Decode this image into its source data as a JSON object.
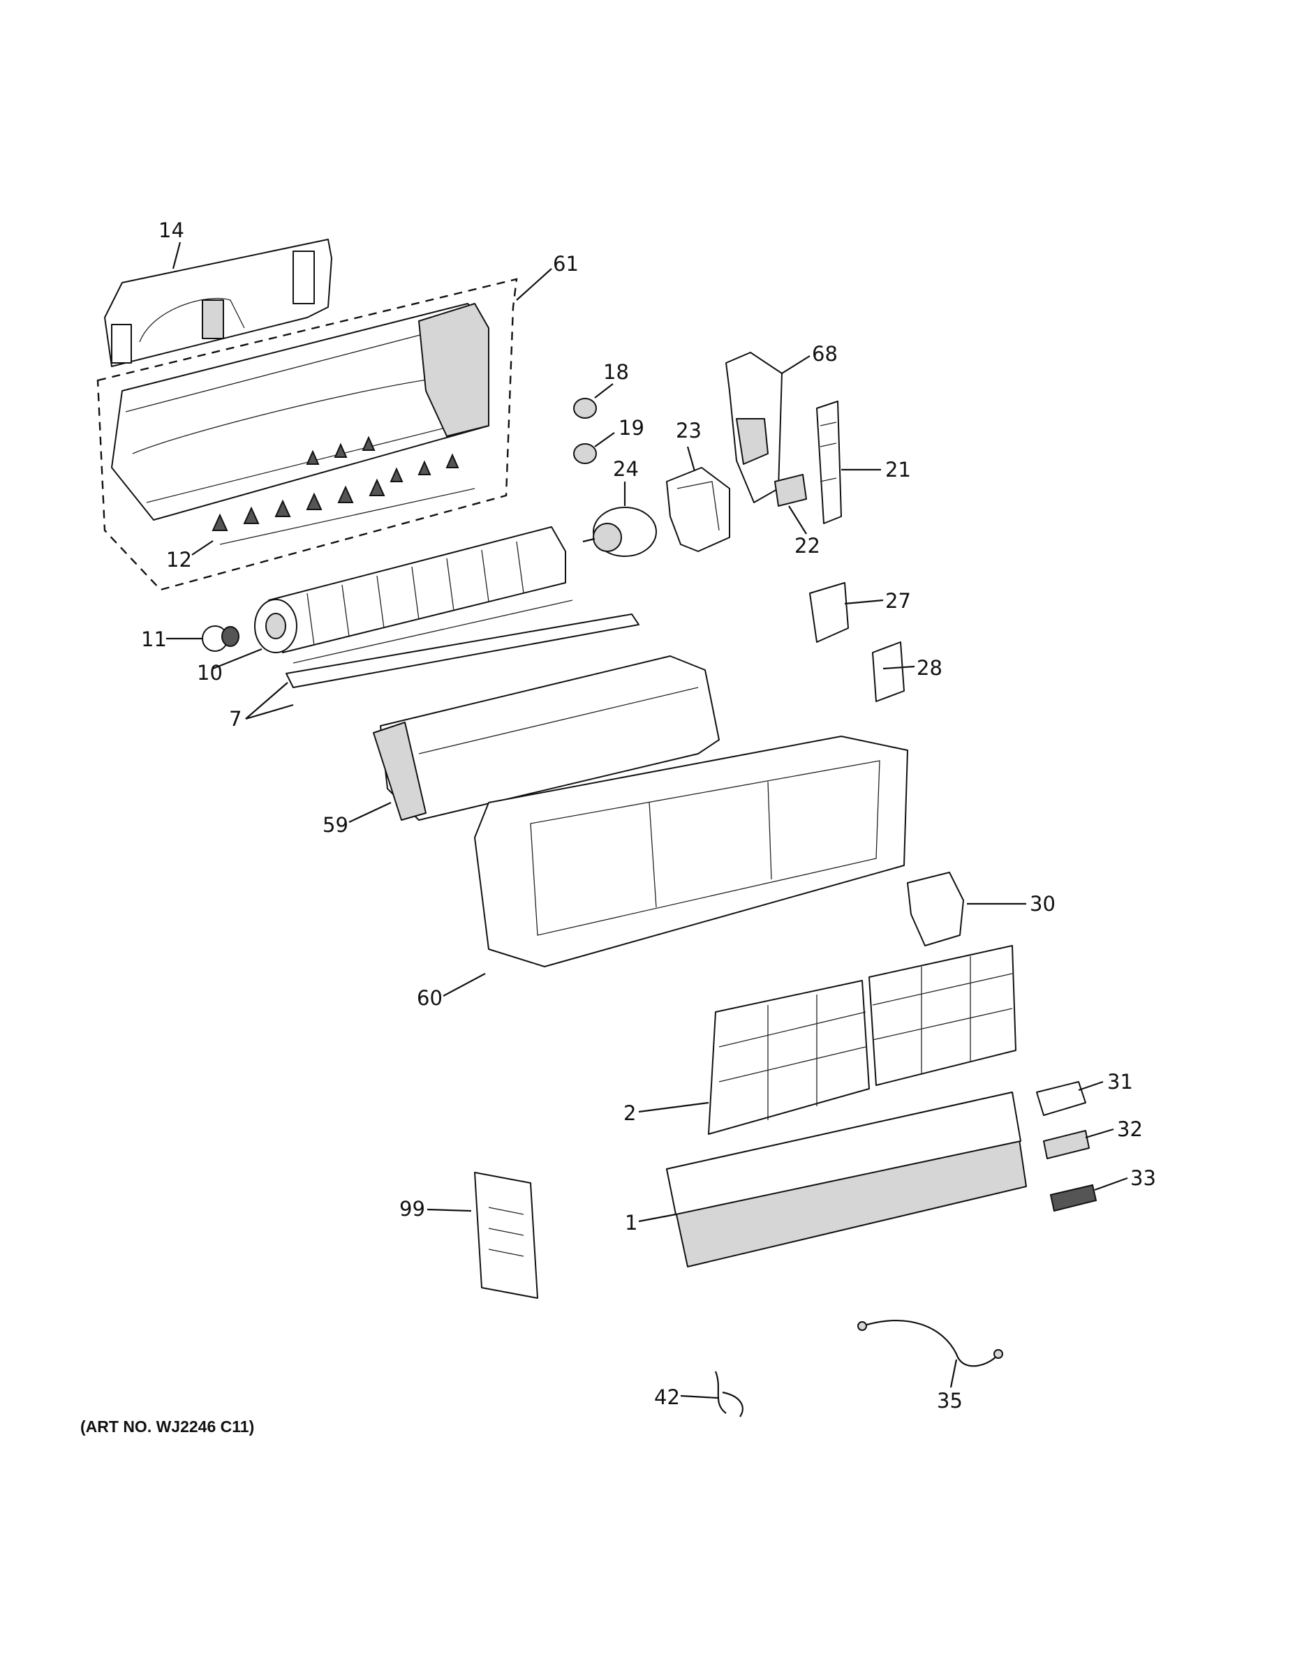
{
  "art_number": "(ART NO. WJ2246 C11)",
  "callouts": {
    "p14": "14",
    "p61": "61",
    "p18": "18",
    "p68": "68",
    "p19": "19",
    "p23": "23",
    "p21": "21",
    "p24": "24",
    "p22": "22",
    "p12": "12",
    "p27": "27",
    "p11": "11",
    "p10": "10",
    "p28": "28",
    "p7": "7",
    "p59": "59",
    "p30": "30",
    "p60": "60",
    "p31": "31",
    "p2": "2",
    "p32": "32",
    "p33": "33",
    "p99": "99",
    "p1": "1",
    "p42": "42",
    "p35": "35"
  },
  "colors": {
    "line": "#111111",
    "shade": "#d6d6d6",
    "background": "#ffffff"
  }
}
